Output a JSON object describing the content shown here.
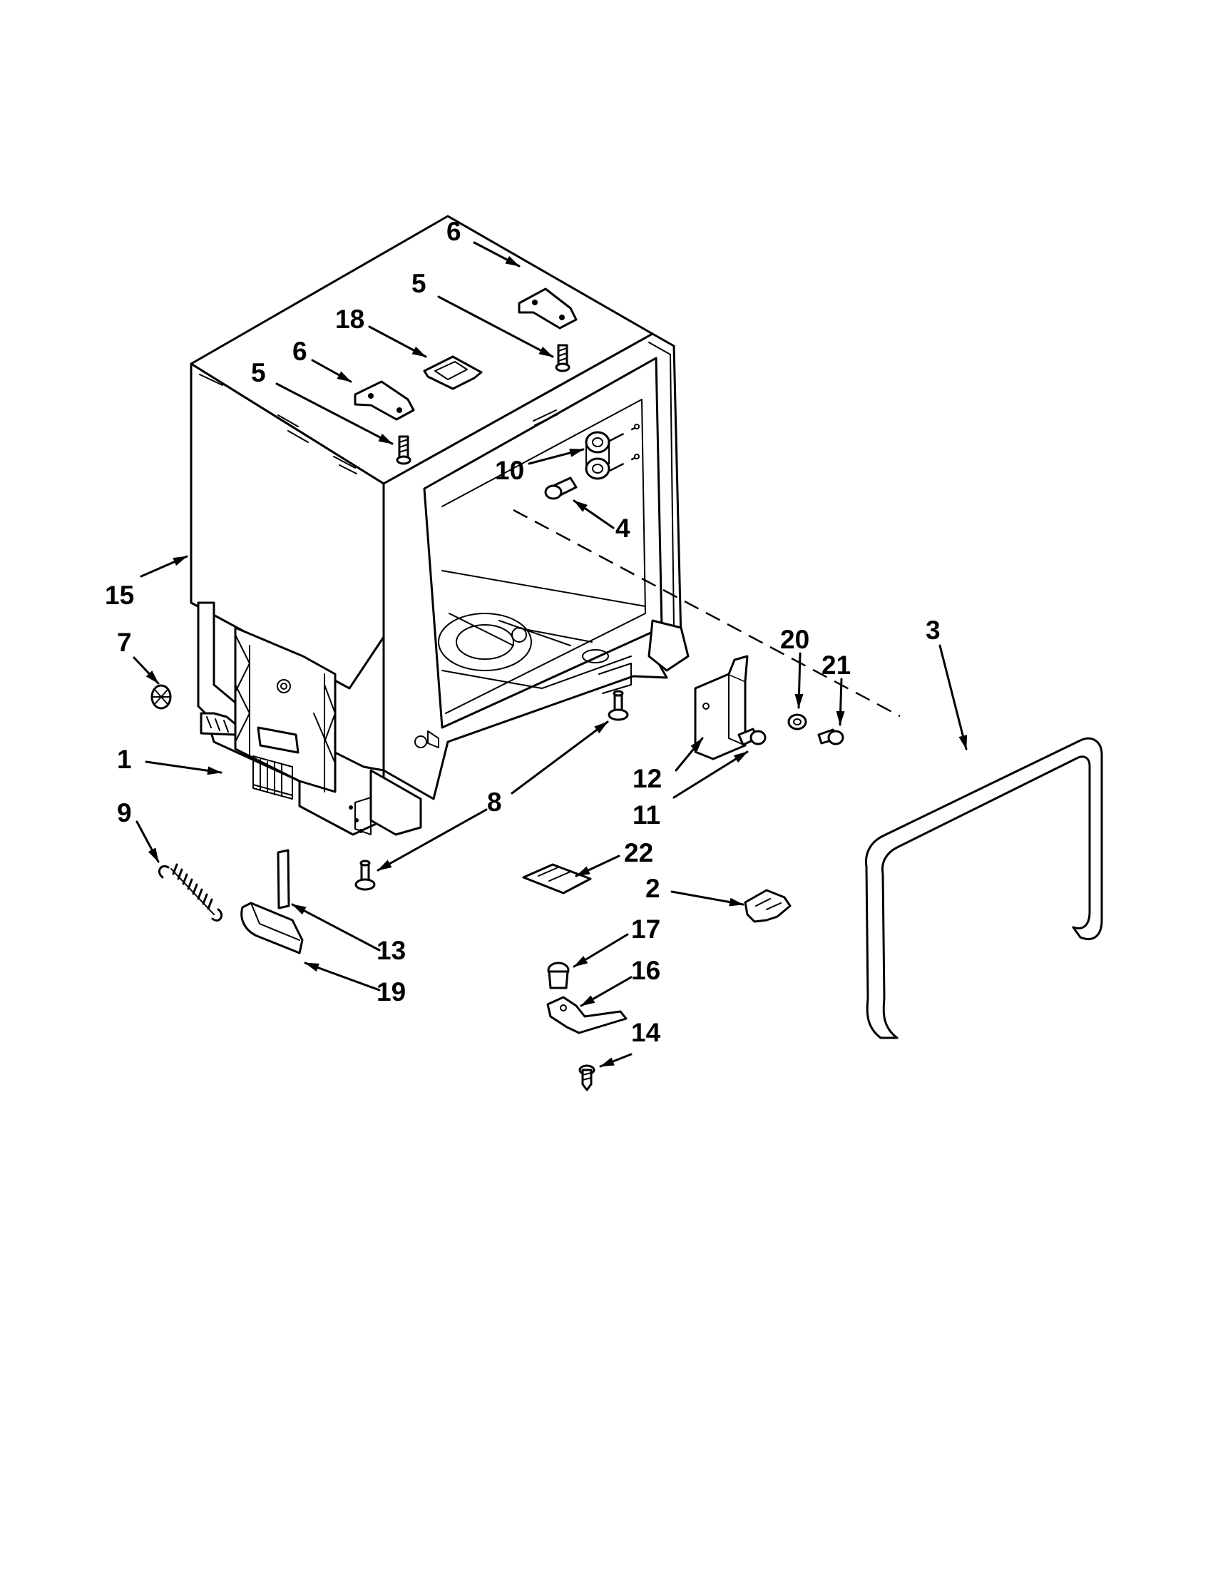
{
  "labels": {
    "p1": "1",
    "p2": "2",
    "p3": "3",
    "p4": "4",
    "p5a": "5",
    "p5b": "5",
    "p6a": "6",
    "p6b": "6",
    "p7": "7",
    "p8": "8",
    "p9": "9",
    "p10": "10",
    "p11": "11",
    "p12": "12",
    "p13": "13",
    "p14": "14",
    "p15": "15",
    "p16": "16",
    "p17": "17",
    "p18": "18",
    "p19": "19",
    "p20": "20",
    "p21": "21",
    "p22": "22"
  }
}
